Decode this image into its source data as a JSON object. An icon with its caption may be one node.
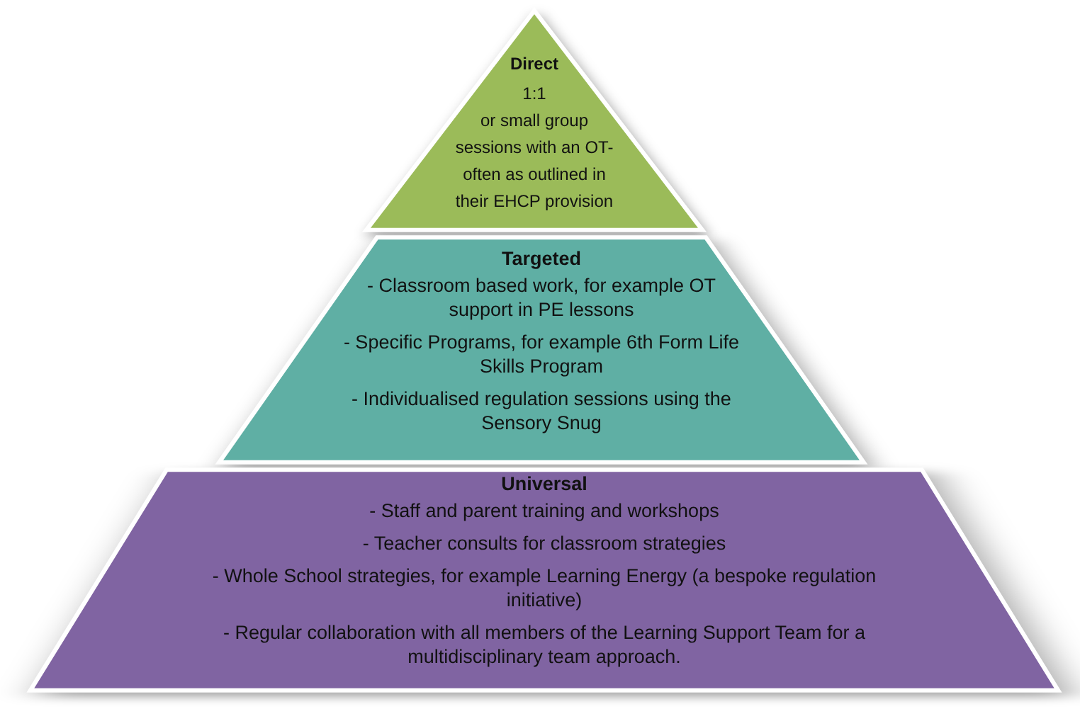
{
  "diagram": {
    "nodes": [
      {
        "text": [
          "Direct",
          "1:1",
          "or small group sessions with an OT- often as outlined in their EHCP provision"
        ]
      },
      {
        "text": [
          "Targeted",
          "- Classroom based work, for example OT support in PE lessons",
          "- Specific Programs, for example 6th Form Life Skills Program",
          "- Individualised regulation sessions using the Sensory Snug"
        ]
      },
      {
        "text": [
          "Universal",
          "- Staff and parent training and workshops",
          "- Teacher consults for classroom strategies",
          "- Whole School strategies, for example Learning Energy (a bespoke regulation initiative)",
          "- Regular collaboration with all members of the Learning Support Team for a multidisciplinary team approach."
        ]
      }
    ]
  }
}
